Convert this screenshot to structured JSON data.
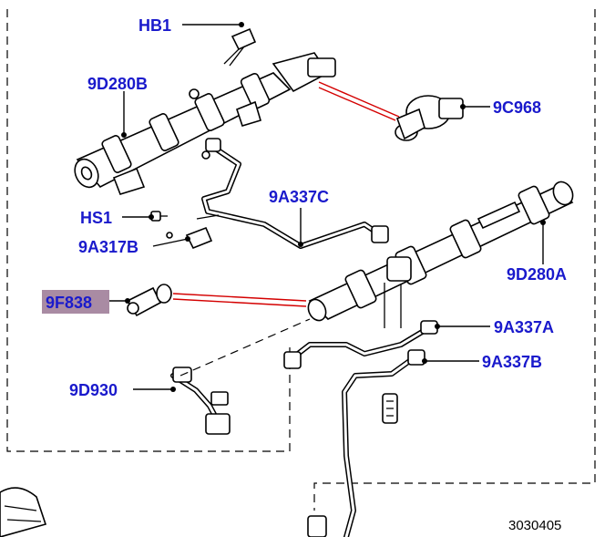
{
  "diagram": {
    "reference_number": "3030405",
    "label_color": "#1a1acc",
    "highlight_color": "#a98ba3",
    "leader_red": "#d40000",
    "callouts": {
      "hb1": "HB1",
      "rail_b": "9D280B",
      "valve": "9C968",
      "hs1": "HS1",
      "bracket_b": "9A317B",
      "pipe_c": "9A337C",
      "rail_a": "9D280A",
      "sensor": "9F838",
      "pipe_a": "9A337A",
      "harness": "9D930",
      "pipe_b": "9A337B"
    }
  }
}
